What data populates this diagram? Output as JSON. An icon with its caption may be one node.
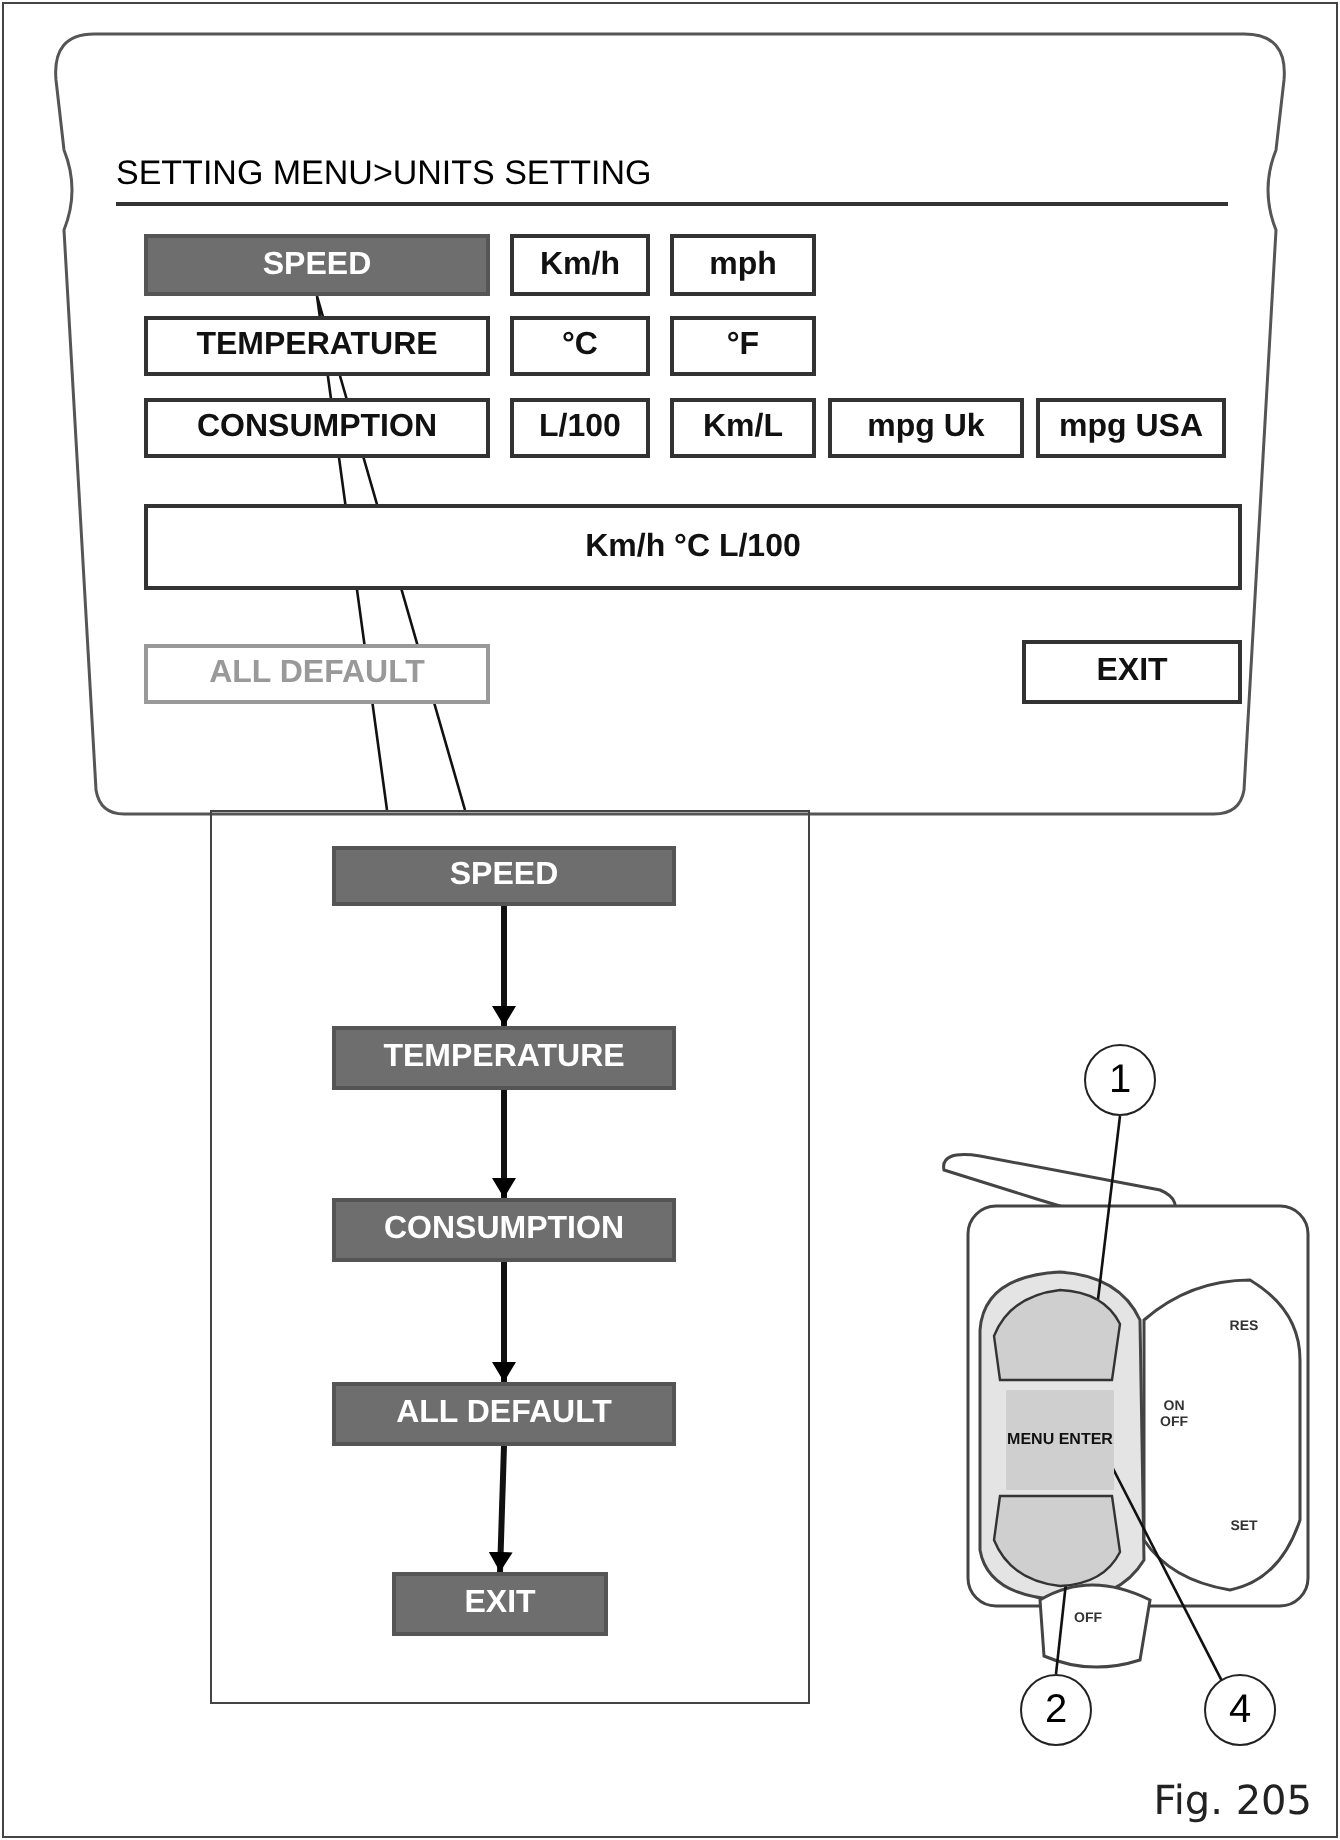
{
  "diagram": {
    "caption": "Fig. 205",
    "nodes": [
      {
        "text": [
          "SETTING MENU>UNITS SETTING"
        ]
      },
      {
        "text": [
          "SPEED"
        ],
        "in": 0
      },
      {
        "text": [
          "Km/h"
        ],
        "in": 0
      },
      {
        "text": [
          "mph"
        ],
        "in": 0
      },
      {
        "text": [
          "TEMPERATURE"
        ],
        "in": 0
      },
      {
        "text": [
          "°C"
        ],
        "in": 0
      },
      {
        "text": [
          "°F"
        ],
        "in": 0
      },
      {
        "text": [
          "CONSUMPTION"
        ],
        "in": 0
      },
      {
        "text": [
          "L/100"
        ],
        "in": 0
      },
      {
        "text": [
          "Km/L"
        ],
        "in": 0
      },
      {
        "text": [
          "mpg Uk"
        ],
        "in": 0
      },
      {
        "text": [
          "mpg USA"
        ],
        "in": 0
      },
      {
        "text": [
          "Km/h °C L/100"
        ],
        "in": 0
      },
      {
        "text": [
          "ALL DEFAULT"
        ],
        "in": 0
      },
      {
        "text": [
          "EXIT"
        ],
        "in": 0
      },
      {
        "text": [],
        "shape": "box"
      },
      {
        "text": [
          "SPEED"
        ],
        "in": 15
      },
      {
        "text": [
          "TEMPERATURE"
        ],
        "in": 15
      },
      {
        "text": [
          "CONSUMPTION"
        ],
        "in": 15
      },
      {
        "text": [
          "ALL DEFAULT"
        ],
        "in": 15
      },
      {
        "text": [
          "EXIT"
        ],
        "in": 15
      },
      {
        "text": [
          "1"
        ]
      },
      {
        "text": [
          "2"
        ]
      },
      {
        "text": [
          "4"
        ]
      },
      {
        "text": [],
        "shape": "button"
      },
      {
        "text": [],
        "shape": "button"
      },
      {
        "text": [
          "MENU ENTER"
        ]
      }
    ],
    "edges": [
      {
        "from": 1,
        "to": 15,
        "arrow": "none"
      },
      {
        "from": 16,
        "to": 17,
        "arrow": "to",
        "style": "thick"
      },
      {
        "from": 17,
        "to": 18,
        "arrow": "to",
        "style": "thick"
      },
      {
        "from": 18,
        "to": 19,
        "arrow": "to",
        "style": "thick"
      },
      {
        "from": 19,
        "to": 20,
        "arrow": "to",
        "style": "thick"
      },
      {
        "from": 21,
        "to": 24,
        "arrow": "none"
      },
      {
        "from": 22,
        "to": 25,
        "arrow": "none"
      },
      {
        "from": 23,
        "to": 26,
        "arrow": "none"
      }
    ],
    "labels": [
      "RES",
      "ON OFF",
      "SET",
      "OFF"
    ]
  }
}
